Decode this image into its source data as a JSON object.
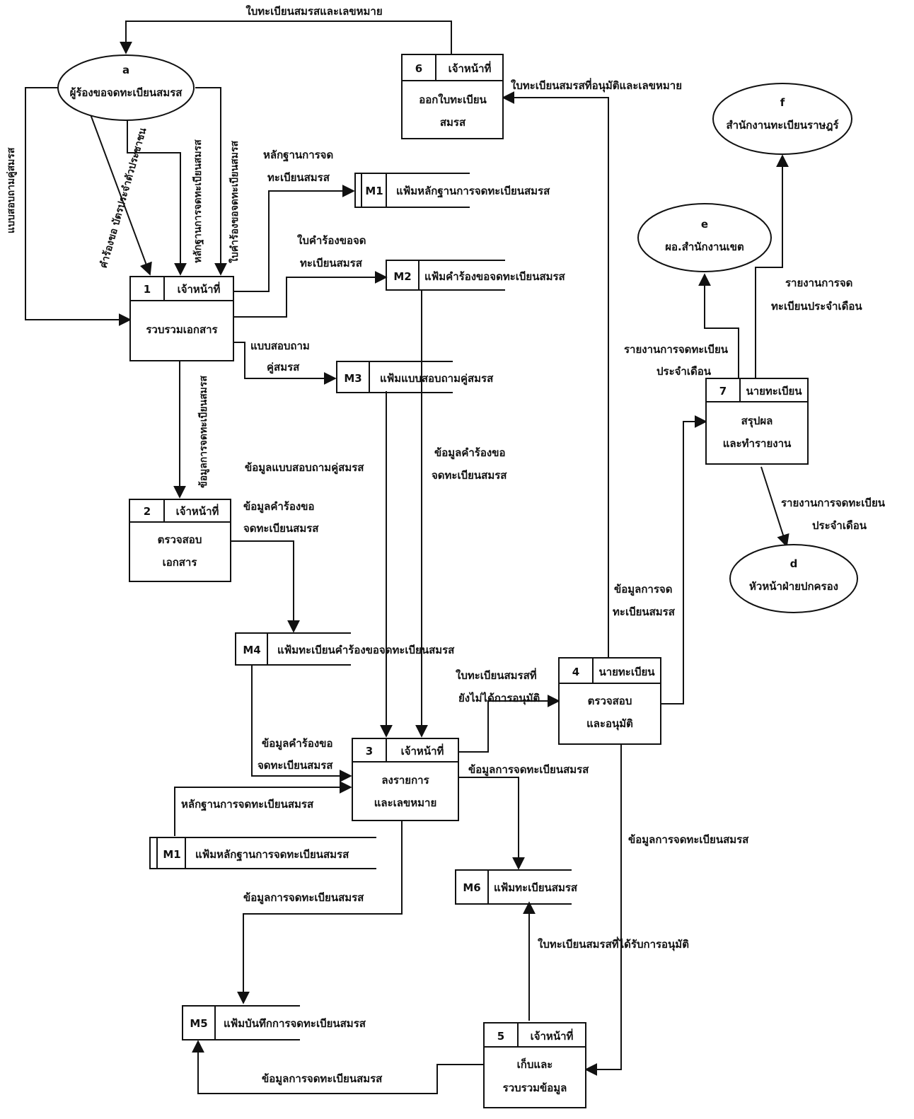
{
  "entities": {
    "a": {
      "letter": "a",
      "name": "ผู้ร้องขอจดทะเบียนสมรส"
    },
    "d": {
      "letter": "d",
      "name": "หัวหน้าฝ่ายปกครอง"
    },
    "e": {
      "letter": "e",
      "name": "ผอ.สำนักงานเขต"
    },
    "f": {
      "letter": "f",
      "name": "สำนักงานทะเบียนราษฎร์"
    }
  },
  "processes": {
    "p1": {
      "id": "1",
      "role": "เจ้าหน้าที่",
      "name1": "รวบรวมเอกสาร",
      "name2": ""
    },
    "p2": {
      "id": "2",
      "role": "เจ้าหน้าที่",
      "name1": "ตรวจสอบ",
      "name2": "เอกสาร"
    },
    "p3": {
      "id": "3",
      "role": "เจ้าหน้าที่",
      "name1": "ลงรายการ",
      "name2": "และเลขหมาย"
    },
    "p4": {
      "id": "4",
      "role": "นายทะเบียน",
      "name1": "ตรวจสอบ",
      "name2": "และอนุมัติ"
    },
    "p5": {
      "id": "5",
      "role": "เจ้าหน้าที่",
      "name1": "เก็บและ",
      "name2": "รวบรวมข้อมูล"
    },
    "p6": {
      "id": "6",
      "role": "เจ้าหน้าที่",
      "name1": "ออกใบทะเบียน",
      "name2": "สมรส"
    },
    "p7": {
      "id": "7",
      "role": "นายทะเบียน",
      "name1": "สรุปผล",
      "name2": "และทำรายงาน"
    }
  },
  "stores": {
    "m1a": {
      "id": "M1",
      "name": "แฟ้มหลักฐานการจดทะเบียนสมรส"
    },
    "m1b": {
      "id": "M1",
      "name": "แฟ้มหลักฐานการจดทะเบียนสมรส"
    },
    "m2": {
      "id": "M2",
      "name": "แฟ้มคำร้องขอจดทะเบียนสมรส"
    },
    "m3": {
      "id": "M3",
      "name": "แฟ้มแบบสอบถามคู่สมรส"
    },
    "m4": {
      "id": "M4",
      "name": "แฟ้มทะเบียนคำร้องขอจดทะเบียนสมรส"
    },
    "m5": {
      "id": "M5",
      "name": "แฟ้มบันทึกการจดทะเบียนสมรส"
    },
    "m6": {
      "id": "M6",
      "name": "แฟ้มทะเบียนสมรส"
    }
  },
  "flows": {
    "top_return": "ใบทะเบียนสมรสและเลขหมาย",
    "approved_to_6": "ใบทะเบียนสมรสที่อนุมัติและเลขหมาย",
    "evidence_m1_l1": "หลักฐานการจด",
    "evidence_m1_l2": "ทะเบียนสมรส",
    "request_m2_l1": "ใบคำร้องขอจด",
    "request_m2_l2": "ทะเบียนสมรส",
    "survey_m3_l1": "แบบสอบถาม",
    "survey_m3_l2": "คู่สมรส",
    "v_survey": "แบบสอบถามคู่สมรส",
    "v_id": "คำร้องขอ บัตรประจำตัวประชาชน",
    "v_evidence": "หลักฐานการจดทะเบียนสมรส",
    "v_request": "ใบคำร้องขอจดทะเบียนสมรส",
    "v_1to2": "ข้อมูลการจดทะเบียนสมรส",
    "m3to3": "ข้อมูลแบบสอบถามคู่สมรส",
    "m2to3_l1": "ข้อมูลคำร้องขอ",
    "m2to3_l2": "จดทะเบียนสมรส",
    "p2toM4_l1": "ข้อมูลคำร้องขอ",
    "p2toM4_l2": "จดทะเบียนสมรส",
    "m4to3_l1": "ข้อมูลคำร้องขอ",
    "m4to3_l2": "จดทะเบียนสมรส",
    "m1to3": "หลักฐานการจดทะเบียนสมรส",
    "p3to4_l1": "ใบทะเบียนสมรสที่",
    "p3to4_l2": "ยังไม่ได้การอนุมัติ",
    "p3toM6": "ข้อมูลการจดทะเบียนสมรส",
    "p3toM5": "ข้อมูลการจดทะเบียนสมรส",
    "p4to7_l1": "ข้อมูลการจด",
    "p4to7_l2": "ทะเบียนสมรส",
    "p4to5": "ข้อมูลการจดทะเบียนสมรส",
    "p5toM6": "ใบทะเบียนสมรสที่ได้รับการอนุมัติ",
    "p5toM5": "ข้อมูลการจดทะเบียนสมรส",
    "p7toE_l1": "รายงานการจดทะเบียน",
    "p7toE_l2": "ประจำเดือน",
    "p7toF_l1": "รายงานการจด",
    "p7toF_l2": "ทะเบียนประจำเดือน",
    "p7toD_l1": "รายงานการจดทะเบียน",
    "p7toD_l2": "ประจำเดือน"
  }
}
